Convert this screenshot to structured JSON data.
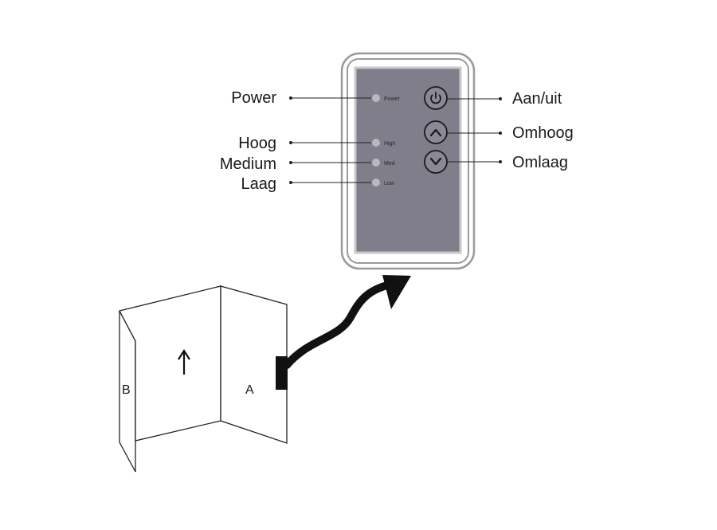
{
  "controller": {
    "indicators": [
      {
        "led_label": "Power",
        "callout": "Power"
      },
      {
        "led_label": "High",
        "callout": "Hoog"
      },
      {
        "led_label": "Med",
        "callout": "Medium"
      },
      {
        "led_label": "Low",
        "callout": "Laag"
      }
    ],
    "buttons": [
      {
        "icon": "power-icon",
        "callout": "Aan/uit"
      },
      {
        "icon": "chevron-up-icon",
        "callout": "Omhoog"
      },
      {
        "icon": "chevron-down-icon",
        "callout": "Omlaag"
      }
    ],
    "colors": {
      "panel": "#7f7e8a",
      "frame": "#9a9a9a",
      "led": "#b8b8c0",
      "line": "#222222"
    }
  },
  "heater": {
    "panel_b_label": "B",
    "panel_a_label": "A",
    "arrow_icon": "arrow-up-icon"
  }
}
